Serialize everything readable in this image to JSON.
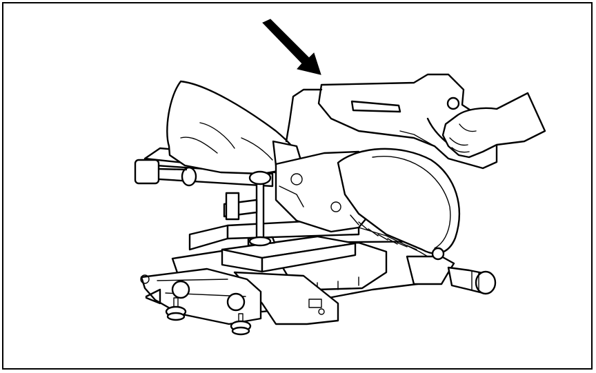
{
  "figure": {
    "subject": "sliding-compound-miter-saw",
    "colors": {
      "line": "#000000",
      "background": "#ffffff"
    },
    "icons": [
      "press-down-arrow",
      "operator-hand",
      "vertical-clamp",
      "workpiece-block",
      "saw-blade",
      "dust-bag",
      "slide-rails",
      "base-table",
      "leveling-feet"
    ]
  }
}
